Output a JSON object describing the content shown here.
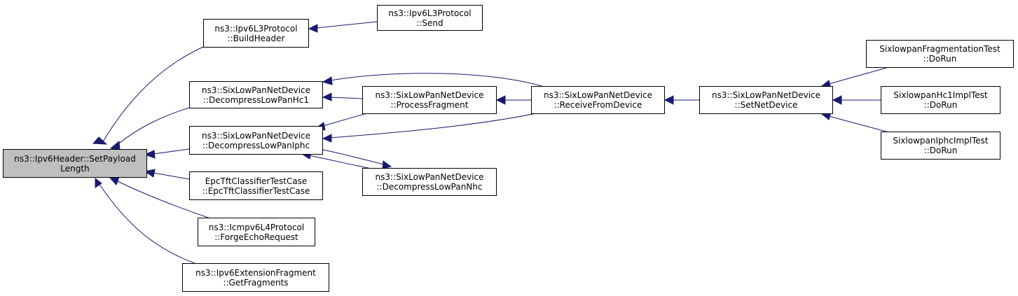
{
  "nodes": [
    {
      "id": "root",
      "line1": "ns3::Ipv6Header::SetPayload",
      "line2": "Length",
      "highlight": true
    },
    {
      "id": "buildheader",
      "line1": "ns3::Ipv6L3Protocol",
      "line2": "::BuildHeader"
    },
    {
      "id": "send",
      "line1": "ns3::Ipv6L3Protocol",
      "line2": "::Send"
    },
    {
      "id": "decomphc1",
      "line1": "ns3::SixLowPanNetDevice",
      "line2": "::DecompressLowPanHc1"
    },
    {
      "id": "decompiphc",
      "line1": "ns3::SixLowPanNetDevice",
      "line2": "::DecompressLowPanIphc"
    },
    {
      "id": "epctft",
      "line1": "EpcTftClassifierTestCase",
      "line2": "::EpcTftClassifierTestCase"
    },
    {
      "id": "icmpv6",
      "line1": "ns3::Icmpv6L4Protocol",
      "line2": "::ForgeEchoRequest"
    },
    {
      "id": "extfrag",
      "line1": "ns3::Ipv6ExtensionFragment",
      "line2": "::GetFragments"
    },
    {
      "id": "procfrag",
      "line1": "ns3::SixLowPanNetDevice",
      "line2": "::ProcessFragment"
    },
    {
      "id": "decompnhc",
      "line1": "ns3::SixLowPanNetDevice",
      "line2": "::DecompressLowPanNhc"
    },
    {
      "id": "recvdev",
      "line1": "ns3::SixLowPanNetDevice",
      "line2": "::ReceiveFromDevice"
    },
    {
      "id": "setnetdev",
      "line1": "ns3::SixLowPanNetDevice",
      "line2": "::SetNetDevice"
    },
    {
      "id": "fragtest",
      "line1": "SixlowpanFragmentationTest",
      "line2": "::DoRun"
    },
    {
      "id": "hc1test",
      "line1": "SixlowpanHc1ImplTest",
      "line2": "::DoRun"
    },
    {
      "id": "iphctest",
      "line1": "SixlowpanIphcImplTest",
      "line2": "::DoRun"
    }
  ],
  "edges": [
    {
      "from": "buildheader",
      "to": "root"
    },
    {
      "from": "decomphc1",
      "to": "root"
    },
    {
      "from": "decompiphc",
      "to": "root"
    },
    {
      "from": "epctft",
      "to": "root"
    },
    {
      "from": "icmpv6",
      "to": "root"
    },
    {
      "from": "extfrag",
      "to": "root"
    },
    {
      "from": "send",
      "to": "buildheader"
    },
    {
      "from": "recvdev",
      "to": "decomphc1"
    },
    {
      "from": "procfrag",
      "to": "decomphc1"
    },
    {
      "from": "procfrag",
      "to": "decompiphc"
    },
    {
      "from": "recvdev",
      "to": "decompiphc"
    },
    {
      "from": "decompnhc",
      "to": "decompiphc"
    },
    {
      "from": "decompiphc",
      "to": "decompnhc"
    },
    {
      "from": "recvdev",
      "to": "procfrag"
    },
    {
      "from": "setnetdev",
      "to": "recvdev"
    },
    {
      "from": "fragtest",
      "to": "setnetdev"
    },
    {
      "from": "hc1test",
      "to": "setnetdev"
    },
    {
      "from": "iphctest",
      "to": "setnetdev"
    }
  ],
  "colors": {
    "edge": "#191970",
    "node_border": "#000000",
    "root_fill": "#bfbfbf",
    "node_fill": "#ffffff"
  }
}
